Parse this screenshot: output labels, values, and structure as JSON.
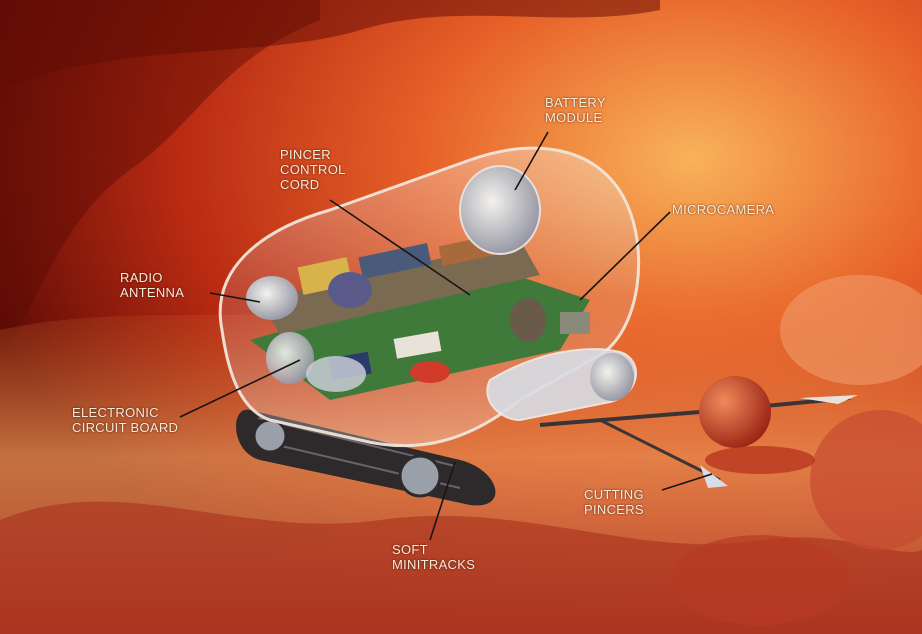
{
  "illustration": {
    "subject": "nanorobot-in-blood-vessel",
    "colors": {
      "background_dark": "#7a1208",
      "background_mid": "#c8341a",
      "background_light": "#f29a4a",
      "capsule": "#cfd8e0",
      "circuit_green": "#3f7a3a",
      "pincer_ball": "#c8402a",
      "label_text": "#f4ecd8",
      "leader_line": "#1a1412"
    }
  },
  "labels": {
    "battery_module": [
      "BATTERY",
      "MODULE"
    ],
    "pincer_control_cord": [
      "PINCER",
      "CONTROL",
      "CORD"
    ],
    "microcamera": [
      "MICROCAMERA"
    ],
    "radio_antenna": [
      "RADIO",
      "ANTENNA"
    ],
    "electronic_circuit_board": [
      "ELECTRONIC",
      "CIRCUIT BOARD"
    ],
    "cutting_pincers": [
      "CUTTING",
      "PINCERS"
    ],
    "soft_minitracks": [
      "SOFT",
      "MINITRACKS"
    ]
  }
}
